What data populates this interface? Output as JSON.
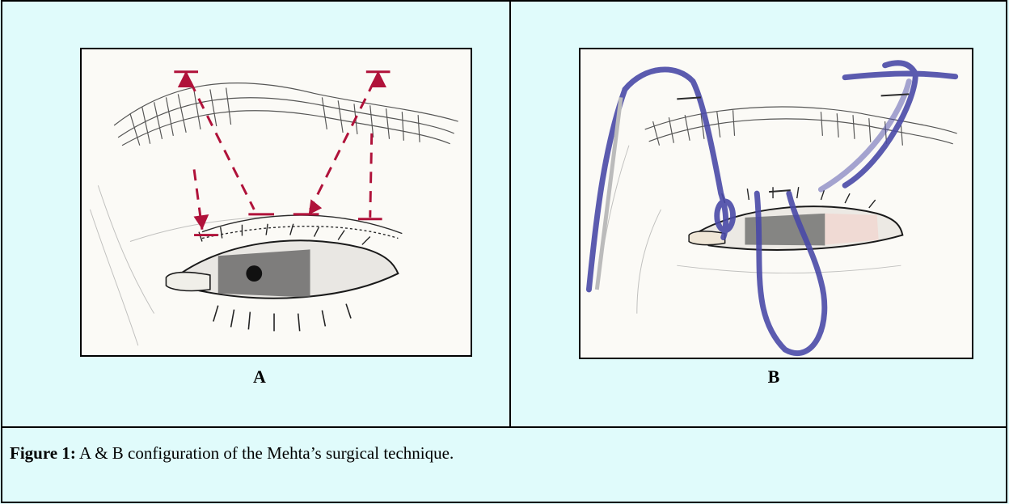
{
  "figure": {
    "panels": [
      {
        "label": "A"
      },
      {
        "label": "B"
      }
    ],
    "caption": {
      "label": "Figure 1:",
      "text": " A & B configuration of the Mehta’s surgical technique."
    }
  },
  "colors": {
    "table_background": "#e0fbfb",
    "arrow_red": "#b0123a",
    "suture_blue": "#4a4aa8"
  }
}
